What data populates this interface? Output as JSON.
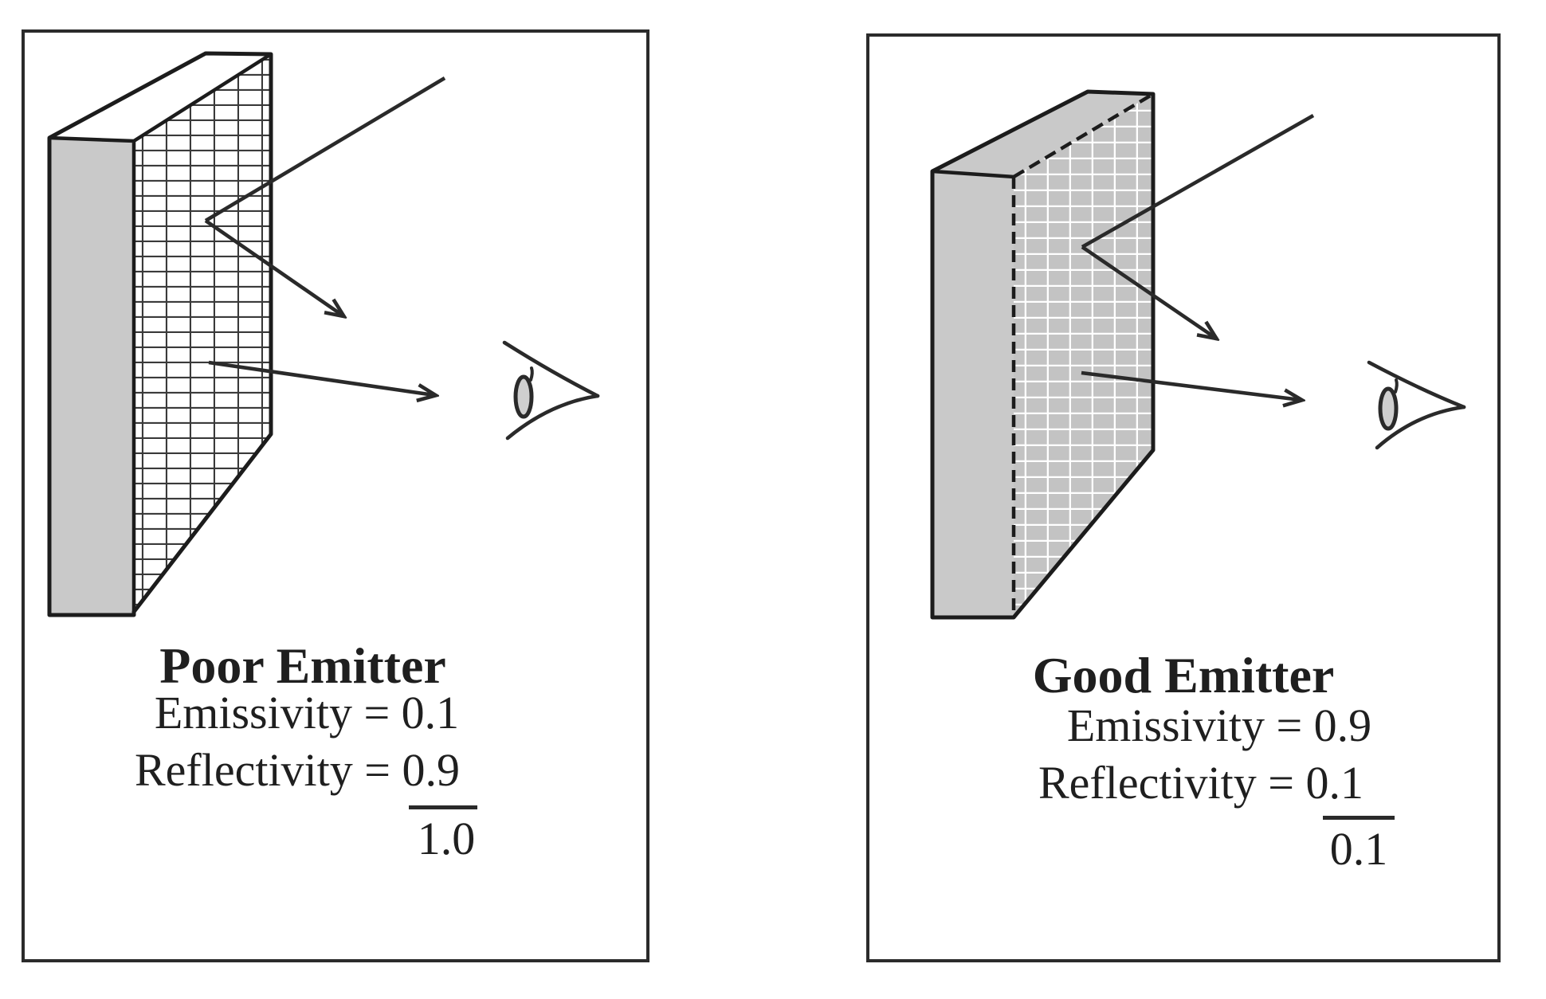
{
  "figure": {
    "type": "physics-illustration",
    "subject": "thermal emissivity and reflectivity of surfaces"
  },
  "panels": [
    {
      "title": "Poor Emitter",
      "emissivity_line": "Emissivity = 0.1",
      "reflectivity_line": "Reflectivity = 0.9",
      "emissivity_value": "0.1",
      "reflectivity_value": "0.9",
      "sum_value": "1.0",
      "slab_style": "white face with dark grid",
      "icons": [
        "incident-ray",
        "reflected-ray",
        "emitted-ray",
        "eye-icon"
      ]
    },
    {
      "title": "Good Emitter",
      "emissivity_line": "Emissivity = 0.9",
      "reflectivity_line": "Reflectivity = 0.1",
      "emissivity_value": "0.9",
      "reflectivity_value": "0.1",
      "sum_value": "0.1",
      "slab_style": "gray face with white grid",
      "icons": [
        "incident-ray",
        "reflected-ray",
        "emitted-ray",
        "eye-icon"
      ]
    }
  ],
  "colors": {
    "ink": "#2a2a2a",
    "panel_border": "#2b2b2b",
    "slab_side_gray": "#c9c9c9",
    "slab_grid_face_gray": "#c3c3c3",
    "left_grid_line": "#3a3a3a",
    "right_grid_line": "#ffffff",
    "lens_fill": "#cfcfcf",
    "background": "#ffffff"
  }
}
